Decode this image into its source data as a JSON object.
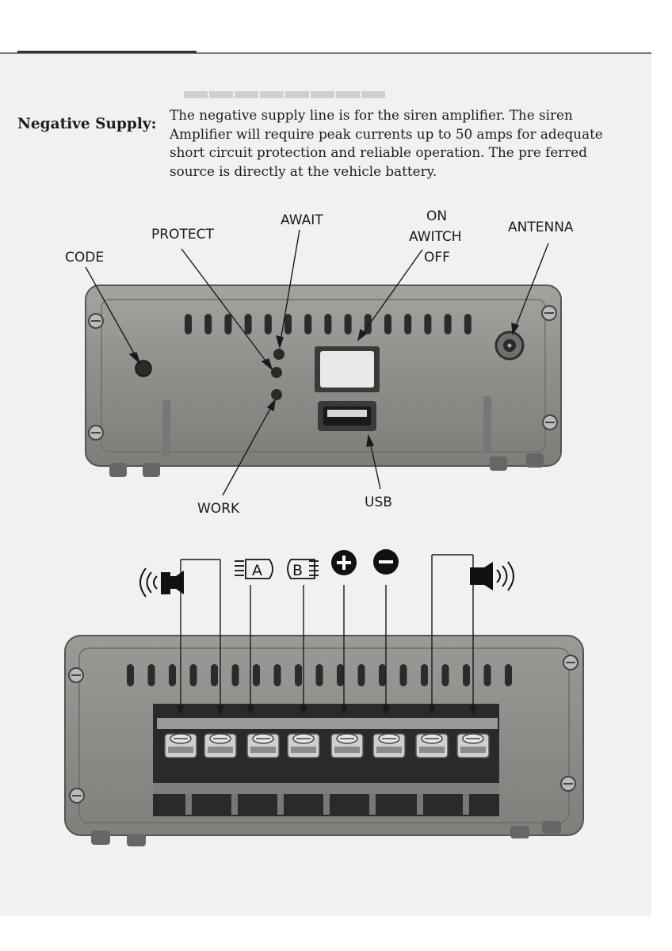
{
  "supply": {
    "label": "Negative Supply:",
    "lines": [
      "The negative supply line is for the siren amplifier. The siren",
      "Amplifier will require peak currents up to 50 amps for adequate",
      "short circuit protection and reliable operation. The pre ferred",
      "source is directly at the  vehicle battery."
    ]
  },
  "front_panel": {
    "labels": {
      "code": "CODE",
      "protect": "PROTECT",
      "await": "AWAIT",
      "on": "ON",
      "awitch": "AWITCH",
      "off": "OFF",
      "antenna": "ANTENNA",
      "work": "WORK",
      "usb": "USB"
    }
  },
  "rear_panel": {
    "terminals": [
      {
        "icon": "speaker-left-icon"
      },
      {
        "icon": "speaker-left-icon"
      },
      {
        "icon": "input-a-icon",
        "text": "A"
      },
      {
        "icon": "input-b-icon",
        "text": "B"
      },
      {
        "icon": "plus-circle-icon",
        "text": "+"
      },
      {
        "icon": "minus-circle-icon",
        "text": "−"
      },
      {
        "icon": "speaker-right-icon"
      },
      {
        "icon": "speaker-right-icon"
      }
    ]
  },
  "colors": {
    "paper": "#f1f1ef",
    "ink": "#1d1d1d",
    "device_body": "#8f8f8c",
    "device_dark": "#2a2a2a"
  }
}
